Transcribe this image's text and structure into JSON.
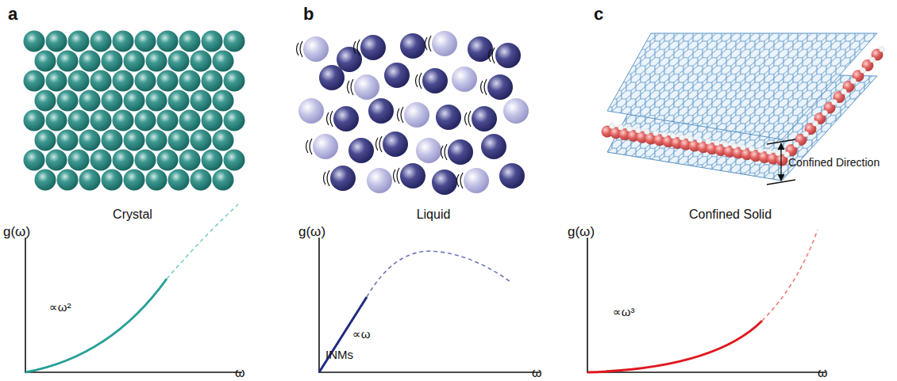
{
  "diagram": {
    "labels": [
      "a",
      "b",
      "c",
      "Crystal",
      "Liquid",
      "Confined Solid",
      "Confined Direction",
      "g(ω)",
      "∝ω²",
      "ω",
      "g(ω)",
      "∝ω",
      "INMs",
      "ω",
      "g(ω)",
      "∝ω³",
      "ω"
    ]
  }
}
